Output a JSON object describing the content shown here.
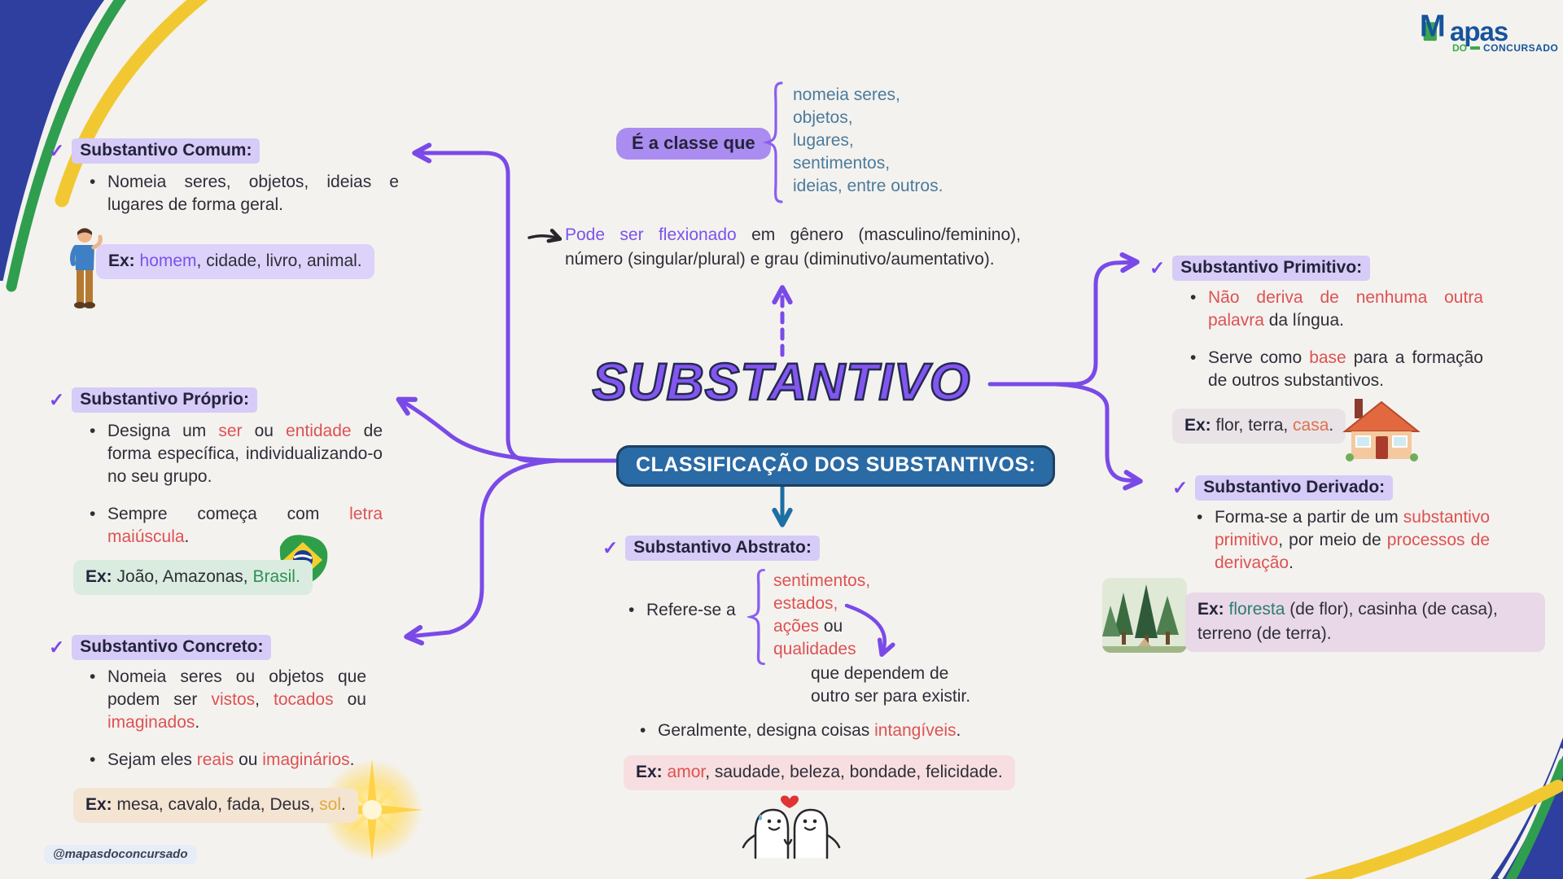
{
  "palette": {
    "background": "#f4f2ef",
    "purple_line": "#7a4ae8",
    "lavender_highlight": "#d7cbf7",
    "classe_highlight": "#ab8cf0",
    "title_fill": "#8456f0",
    "title_outline": "#232a52",
    "banner_bg": "#2a6aa5",
    "banner_border": "#1c4063",
    "red_text": "#dd5252",
    "slate_list": "#4a7b9d",
    "ex_comum": "#ddd2f9",
    "ex_proprio": "#d9ecdf",
    "ex_concreto": "#f4e4d2",
    "ex_primitivo": "#e9e3e7",
    "ex_derivado": "#e9d8e7",
    "ex_abstrato": "#f7dee0",
    "corner_blue": "#2e3f9f",
    "corner_green": "#2f9e4f",
    "corner_yellow": "#f2c832",
    "brand_blue": "#16549b",
    "brand_green": "#3aa84c",
    "blue_arrow": "#1d6fa5"
  },
  "icons": {
    "check": "✓"
  },
  "logo": {
    "m": "M",
    "apas": "apas",
    "do": "DO",
    "concursado": "CONCURSADO"
  },
  "watermark": "@mapasdoconcursado",
  "center": {
    "classe_label": "É a classe que",
    "classe_list": [
      "nomeia seres,",
      "objetos,",
      "lugares,",
      "sentimentos,",
      "ideias, entre outros."
    ],
    "flexion": [
      {
        "t": "Pode ser flexionado",
        "c": "purple"
      },
      {
        "t": " em gênero (masculino/feminino), número (singular/plural) e grau (diminutivo/aumentativo)."
      }
    ],
    "title": "SUBSTANTIVO",
    "banner": "CLASSIFICAÇÃO DOS SUBSTANTIVOS:"
  },
  "sections": {
    "comum": {
      "title": "Substantivo Comum:",
      "bullets": [
        [
          {
            "t": "Nomeia seres, objetos, ideias e lugares de forma geral."
          }
        ]
      ],
      "example": [
        {
          "t": "Ex: ",
          "b": true
        },
        {
          "t": "homem",
          "c": "purple"
        },
        {
          "t": ", cidade, livro, animal."
        }
      ]
    },
    "proprio": {
      "title": "Substantivo Próprio:",
      "bullets": [
        [
          {
            "t": "Designa um "
          },
          {
            "t": "ser",
            "c": "red"
          },
          {
            "t": " ou "
          },
          {
            "t": "entidade",
            "c": "red"
          },
          {
            "t": " de forma específica, individualizando-o no seu grupo."
          }
        ],
        [
          {
            "t": "Sempre começa com "
          },
          {
            "t": "letra maiúscula",
            "c": "red"
          },
          {
            "t": "."
          }
        ]
      ],
      "example": [
        {
          "t": "Ex: ",
          "b": true
        },
        {
          "t": "João, Amazonas, "
        },
        {
          "t": "Brasil.",
          "c": "green"
        }
      ]
    },
    "concreto": {
      "title": "Substantivo Concreto:",
      "bullets": [
        [
          {
            "t": "Nomeia seres ou objetos que podem ser "
          },
          {
            "t": "vistos",
            "c": "red"
          },
          {
            "t": ", "
          },
          {
            "t": "tocados",
            "c": "red"
          },
          {
            "t": " ou "
          },
          {
            "t": "imaginados",
            "c": "red"
          },
          {
            "t": "."
          }
        ],
        [
          {
            "t": "Sejam eles "
          },
          {
            "t": "reais",
            "c": "red"
          },
          {
            "t": " ou "
          },
          {
            "t": "imaginários",
            "c": "red"
          },
          {
            "t": "."
          }
        ]
      ],
      "example": [
        {
          "t": "Ex: ",
          "b": true
        },
        {
          "t": "mesa, cavalo, fada, Deus, "
        },
        {
          "t": "sol",
          "c": "yellow"
        },
        {
          "t": "."
        }
      ]
    },
    "primitivo": {
      "title": "Substantivo Primitivo:",
      "bullets": [
        [
          {
            "t": "Não deriva de nenhuma outra palavra",
            "c": "red"
          },
          {
            "t": " da língua."
          }
        ],
        [
          {
            "t": "Serve como "
          },
          {
            "t": "base",
            "c": "red"
          },
          {
            "t": " para a formação de outros substantivos."
          }
        ]
      ],
      "example": [
        {
          "t": "Ex: ",
          "b": true
        },
        {
          "t": "flor, terra, "
        },
        {
          "t": "casa",
          "c": "orange"
        },
        {
          "t": "."
        }
      ]
    },
    "derivado": {
      "title": "Substantivo Derivado:",
      "bullets": [
        [
          {
            "t": "Forma-se a partir de um "
          },
          {
            "t": "substantivo primitivo",
            "c": "red"
          },
          {
            "t": ", por meio de "
          },
          {
            "t": "processos de derivação",
            "c": "red"
          },
          {
            "t": "."
          }
        ]
      ],
      "example": [
        {
          "t": "Ex: ",
          "b": true
        },
        {
          "t": "floresta",
          "c": "teal"
        },
        {
          "t": " (de flor), casinha (de casa), terreno (de terra)."
        }
      ]
    },
    "abstrato": {
      "title": "Substantivo Abstrato:",
      "intro": "Refere-se a",
      "brace_list": [
        [
          {
            "t": "sentimentos,",
            "c": "red"
          }
        ],
        [
          {
            "t": "estados,",
            "c": "red"
          }
        ],
        [
          {
            "t": "ações",
            "c": "red"
          },
          {
            "t": " ou"
          }
        ],
        [
          {
            "t": "qualidades",
            "c": "red"
          }
        ]
      ],
      "dependem": [
        "que dependem de",
        "outro ser para existir."
      ],
      "bullets2": [
        [
          {
            "t": "Geralmente, designa coisas "
          },
          {
            "t": "intangíveis",
            "c": "red"
          },
          {
            "t": "."
          }
        ]
      ],
      "example": [
        {
          "t": "Ex: ",
          "b": true
        },
        {
          "t": "amor",
          "c": "red"
        },
        {
          "t": ", saudade, beleza, bondade, felicidade."
        }
      ]
    }
  }
}
